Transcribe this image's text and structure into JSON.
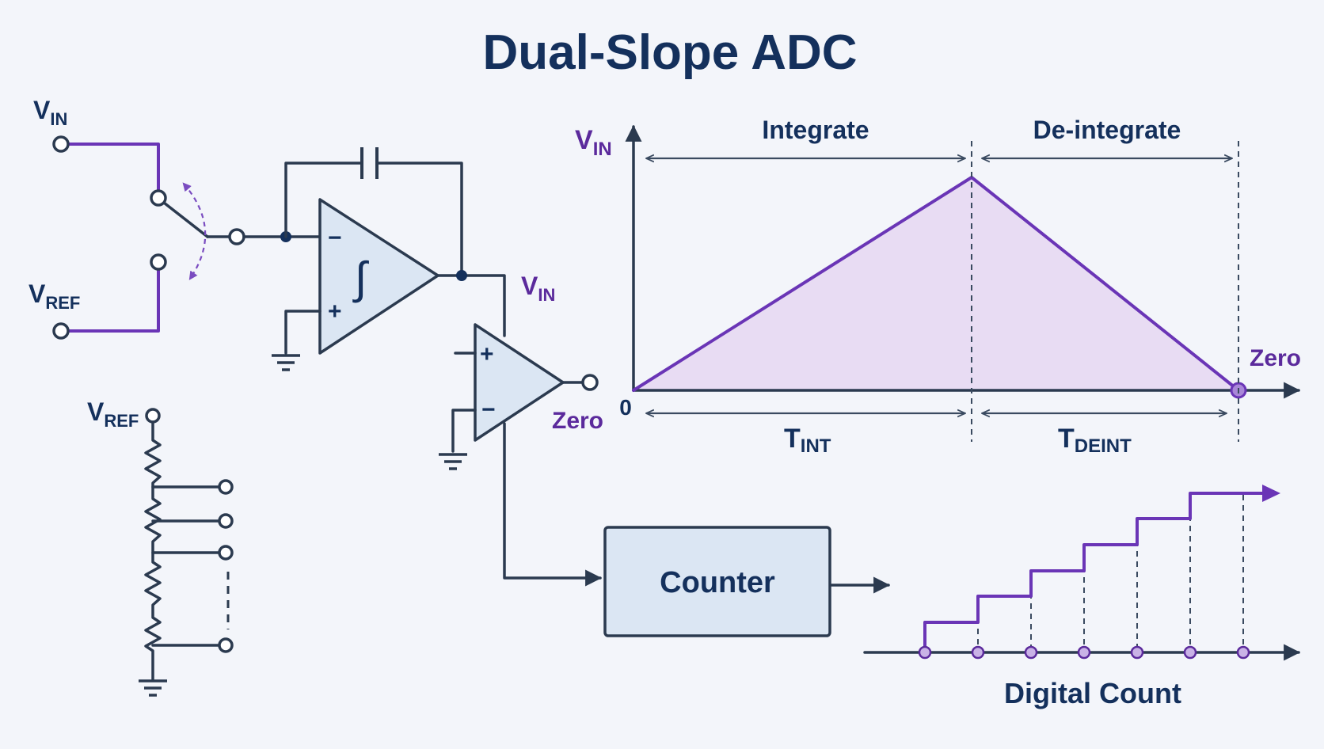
{
  "title": "Dual-Slope ADC",
  "labels": {
    "vin_main": "V",
    "vin_sub": "IN",
    "vref_main": "V",
    "vref_sub": "REF",
    "vin_comp_main": "V",
    "vin_comp_sub": "IN",
    "zero_comp": "Zero",
    "vref_ladder_main": "V",
    "vref_ladder_sub": "REF",
    "integrator_symbol": "∫",
    "minus_sign": "−",
    "plus_sign": "+",
    "counter": "Counter",
    "digital_count": "Digital Count"
  },
  "waveform": {
    "y_axis_main": "V",
    "y_axis_sub": "IN",
    "origin": "0",
    "phase_integrate": "Integrate",
    "phase_deintegrate": "De-integrate",
    "t_int_main": "T",
    "t_int_sub": "INT",
    "t_deint_main": "T",
    "t_deint_sub": "DEINT",
    "zero_label": "Zero"
  },
  "colors": {
    "navy": "#14305c",
    "purple": "#6a35b6",
    "wire": "#2b3a4f",
    "opamp_fill": "#dbe6f3",
    "area_fill": "#e8dcf3",
    "counter_fill": "#dbe6f3",
    "background": "#f3f5fa"
  }
}
